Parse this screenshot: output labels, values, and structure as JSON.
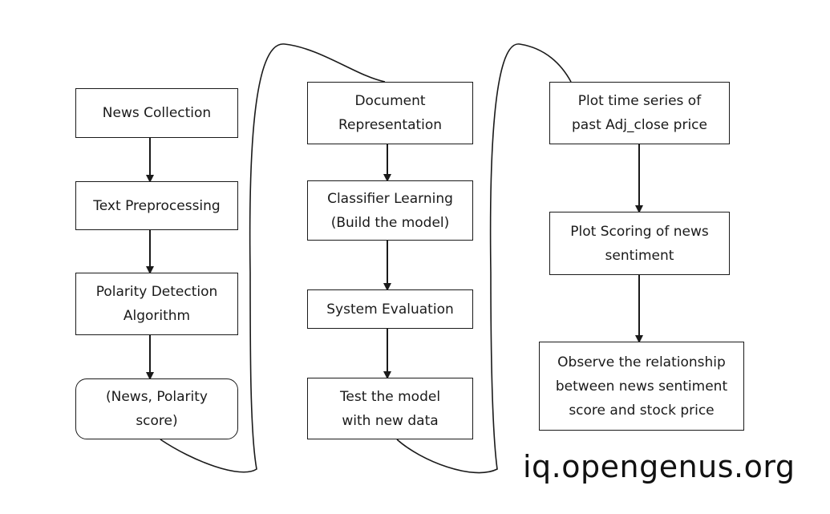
{
  "diagram": {
    "columns": [
      {
        "steps": [
          {
            "label": "News Collection"
          },
          {
            "label": "Text Preprocessing"
          },
          {
            "label": "Polarity Detection\nAlgorithm"
          },
          {
            "label": "(News, Polarity\nscore)"
          }
        ]
      },
      {
        "steps": [
          {
            "label": "Document\nRepresentation"
          },
          {
            "label": "Classifier Learning\n(Build the model)"
          },
          {
            "label": "System Evaluation"
          },
          {
            "label": "Test the model\nwith new data"
          }
        ]
      },
      {
        "steps": [
          {
            "label": "Plot time series of\npast Adj_close price"
          },
          {
            "label": "Plot Scoring of news\nsentiment"
          },
          {
            "label": "Observe the relationship\nbetween news sentiment\nscore and stock price"
          }
        ]
      }
    ]
  },
  "watermark": {
    "text": "iq.opengenus.org"
  },
  "colors": {
    "line": "#1a1a1a",
    "background": "#ffffff"
  }
}
